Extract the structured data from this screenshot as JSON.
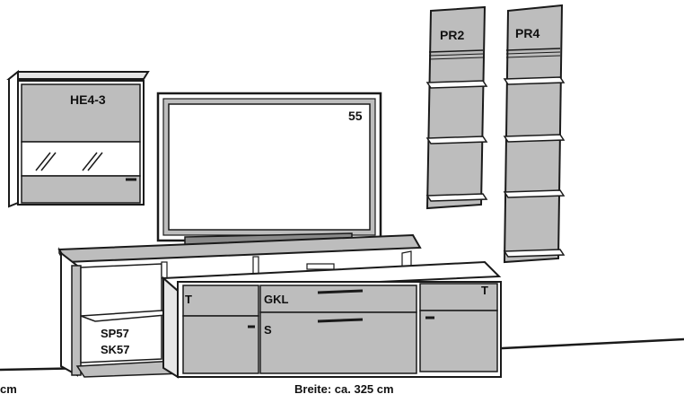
{
  "labels": {
    "he": "HE4-3",
    "pr2": "PR2",
    "pr4": "PR4",
    "tv": "55",
    "t_left": "T",
    "t_right": "T",
    "gkl": "GKL",
    "s": "S",
    "sp": "SP57",
    "sk": "SK57",
    "width": "Breite: ca. 325 cm",
    "cm": "cm"
  },
  "colors": {
    "panel": "#bdbdbd",
    "panel_dark": "#a9a9a9",
    "line": "#1a1a1a",
    "white": "#ffffff"
  }
}
